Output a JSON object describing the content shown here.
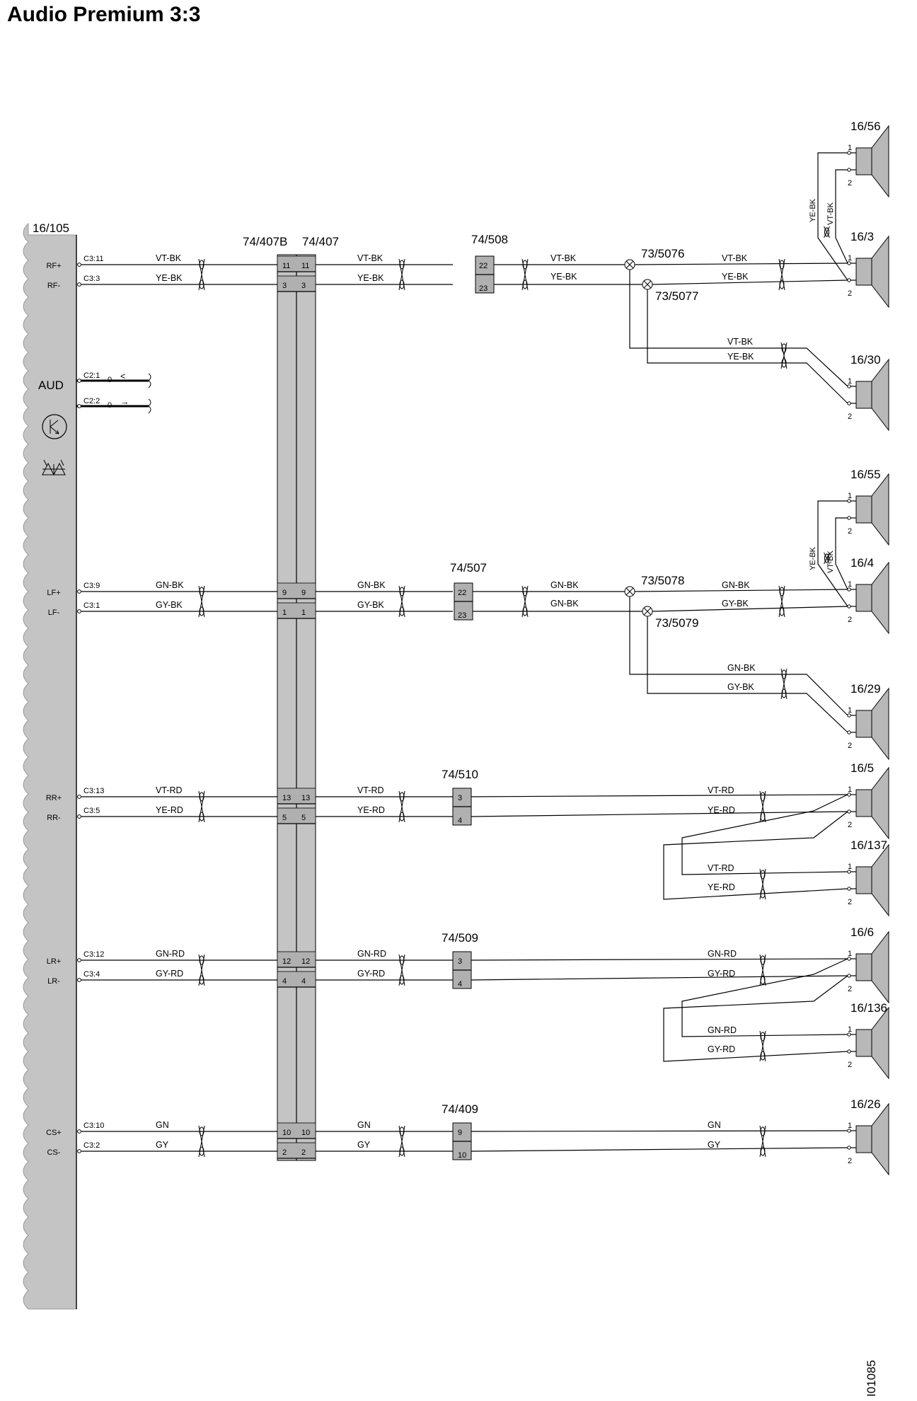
{
  "title": "Audio Premium 3:3",
  "doc_id": "I01085",
  "control_unit": {
    "id": "16/105",
    "aud_label": "AUD",
    "c2_pins": [
      "C2:1",
      "C2:2"
    ],
    "c2_marks": [
      "0",
      "0"
    ],
    "terminals": [
      {
        "label": "RF+",
        "pin": "C3:11",
        "wire": "VT-BK"
      },
      {
        "label": "RF-",
        "pin": "C3:3",
        "wire": "YE-BK"
      },
      {
        "label": "LF+",
        "pin": "C3:9",
        "wire": "GN-BK"
      },
      {
        "label": "LF-",
        "pin": "C3:1",
        "wire": "GY-BK"
      },
      {
        "label": "RR+",
        "pin": "C3:13",
        "wire": "VT-RD"
      },
      {
        "label": "RR-",
        "pin": "C3:5",
        "wire": "YE-RD"
      },
      {
        "label": "LR+",
        "pin": "C3:12",
        "wire": "GN-RD"
      },
      {
        "label": "LR-",
        "pin": "C3:4",
        "wire": "GY-RD"
      },
      {
        "label": "CS+",
        "pin": "C3:10",
        "wire": "GN"
      },
      {
        "label": "CS-",
        "pin": "C3:2",
        "wire": "GY"
      }
    ]
  },
  "connector_a": {
    "id": "74/407B",
    "pins": [
      "11",
      "3",
      "9",
      "1",
      "13",
      "5",
      "12",
      "4",
      "10",
      "2"
    ]
  },
  "connector_b": {
    "id": "74/407",
    "pins": [
      "11",
      "3",
      "9",
      "1",
      "13",
      "5",
      "12",
      "4",
      "10",
      "2"
    ]
  },
  "mid_wires": [
    "VT-BK",
    "YE-BK",
    "GN-BK",
    "GY-BK",
    "VT-RD",
    "YE-RD",
    "GN-RD",
    "GY-RD",
    "GN",
    "GY"
  ],
  "groups": [
    {
      "conn": "74/508",
      "pins": [
        "22",
        "23"
      ],
      "after": [
        "VT-BK",
        "YE-BK"
      ],
      "splices": [
        "73/5076",
        "73/5077"
      ],
      "splice_out": [
        "VT-BK",
        "YE-BK"
      ],
      "branch": [
        "VT-BK",
        "YE-BK"
      ],
      "speaker_top": "16/56",
      "speaker_main": "16/3",
      "speaker_branch": "16/30",
      "vert": [
        "YE-BK",
        "VT-BK"
      ]
    },
    {
      "conn": "74/507",
      "pins": [
        "22",
        "23"
      ],
      "after": [
        "GN-BK",
        "GN-BK"
      ],
      "splices": [
        "73/5078",
        "73/5079"
      ],
      "splice_out": [
        "GN-BK",
        "GY-BK"
      ],
      "branch": [
        "GN-BK",
        "GY-BK"
      ],
      "speaker_top": "16/55",
      "speaker_main": "16/4",
      "speaker_branch": "16/29",
      "vert": [
        "YE-BK",
        "VT-BK"
      ]
    },
    {
      "conn": "74/510",
      "pins": [
        "3",
        "4"
      ],
      "right": [
        "VT-RD",
        "YE-RD"
      ],
      "branch": [
        "VT-RD",
        "YE-RD"
      ],
      "speaker_main": "16/5",
      "speaker_branch": "16/137"
    },
    {
      "conn": "74/509",
      "pins": [
        "3",
        "4"
      ],
      "right": [
        "GN-RD",
        "GY-RD"
      ],
      "branch": [
        "GN-RD",
        "GY-RD"
      ],
      "speaker_main": "16/6",
      "speaker_branch": "16/136"
    },
    {
      "conn": "74/409",
      "pins": [
        "9",
        "10"
      ],
      "right": [
        "GN",
        "GY"
      ],
      "speaker_main": "16/26"
    }
  ],
  "speaker_pins": [
    "1",
    "2"
  ]
}
